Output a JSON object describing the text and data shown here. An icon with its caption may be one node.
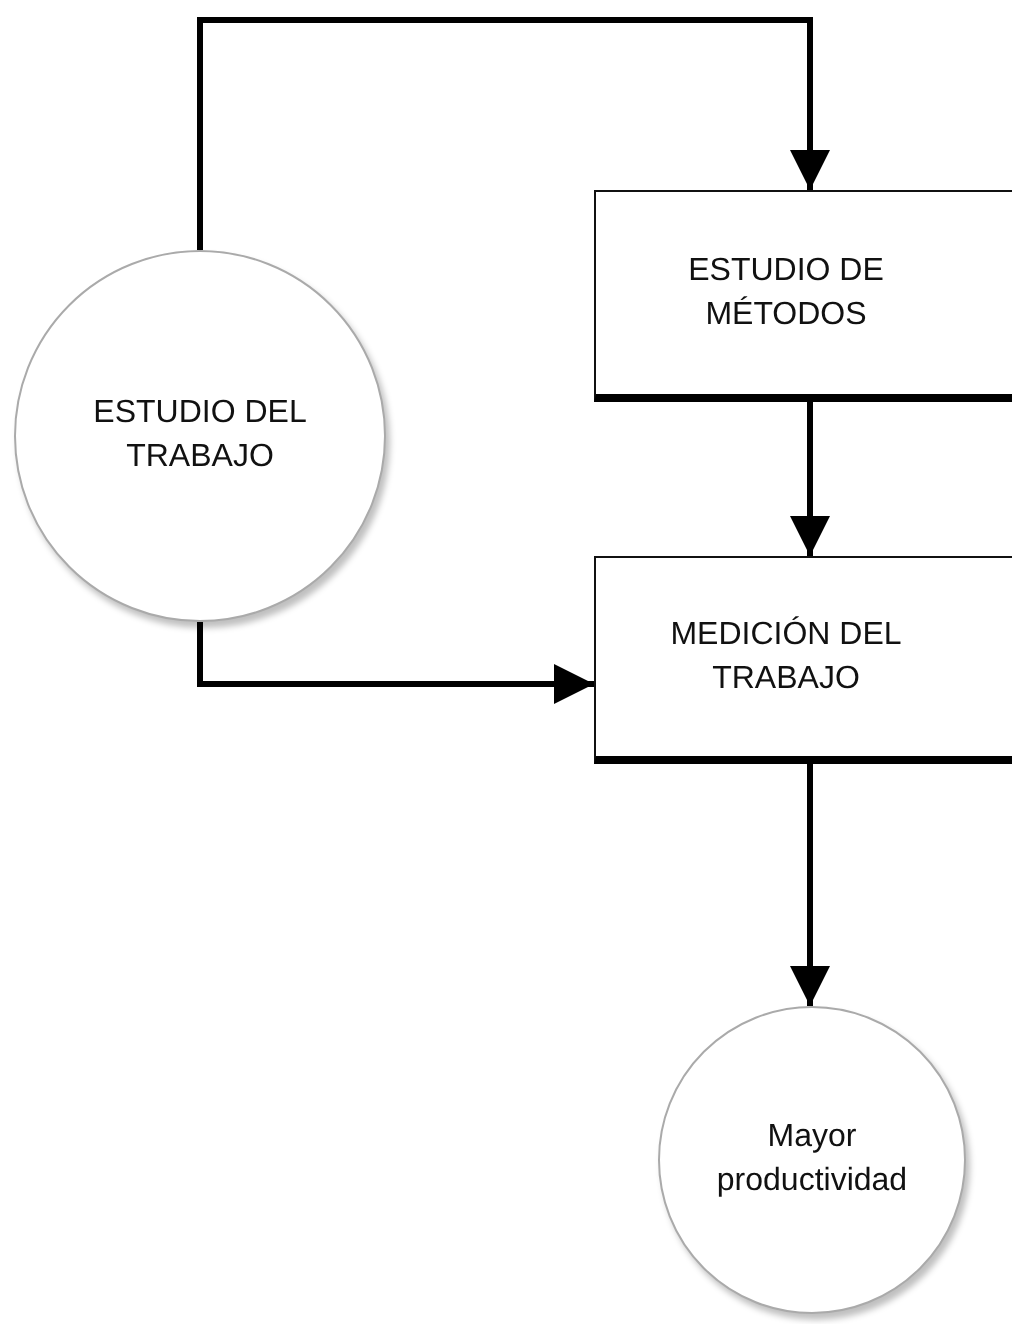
{
  "diagram": {
    "nodes": [
      {
        "text": [
          "ESTUDIO DEL TRABAJO"
        ]
      },
      {
        "text": [
          "ESTUDIO DE MÉTODOS"
        ]
      },
      {
        "text": [
          "MEDICIÓN DEL TRABAJO"
        ]
      },
      {
        "text": [
          "Mayor productividad"
        ]
      }
    ],
    "edges": [
      {
        "from": 0,
        "to": 1,
        "arrow": "to"
      },
      {
        "from": 0,
        "to": 2,
        "arrow": "to"
      },
      {
        "from": 1,
        "to": 2,
        "arrow": "to"
      },
      {
        "from": 2,
        "to": 3,
        "arrow": "to"
      }
    ]
  }
}
